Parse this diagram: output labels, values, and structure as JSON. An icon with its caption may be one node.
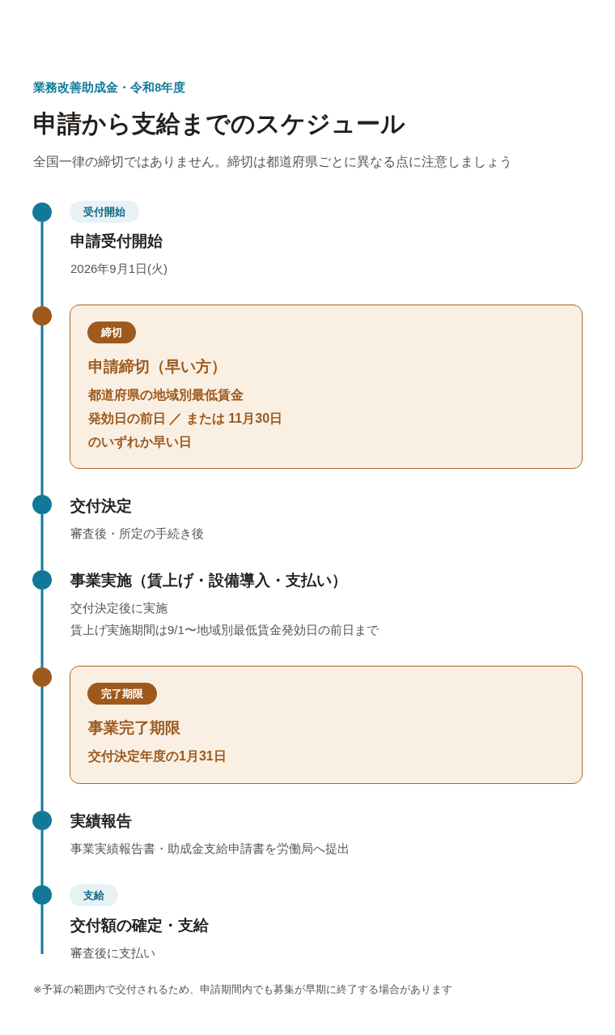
{
  "diagram": {
    "title": "申請から支給までのスケジュール",
    "nodes": [
      {
        "text": [],
        "shape": "circle",
        "beside": [
          "申請受付開始",
          "2026年9月1日(火)"
        ]
      },
      {
        "text": [
          "受付開始"
        ]
      },
      {
        "text": [],
        "shape": "circle"
      },
      {
        "text": [
          "申請締切（早い方）",
          "都道府県の地域別最低賃金",
          "発効日の前日 ／ または 11月30日",
          "のいずれか早い日"
        ]
      },
      {
        "text": [
          "締切"
        ],
        "in": 3
      },
      {
        "text": [],
        "shape": "circle",
        "beside": [
          "交付決定",
          "審査後・所定の手続き後"
        ]
      },
      {
        "text": [],
        "shape": "circle",
        "beside": [
          "事業実施（賃上げ・設備導入・支払い）",
          "交付決定後に実施",
          "賃上げ実施期間は9/1〜地域別最低賃金発効日の前日まで"
        ]
      },
      {
        "text": [],
        "shape": "circle"
      },
      {
        "text": [
          "事業完了期限",
          "交付決定年度の1月31日"
        ]
      },
      {
        "text": [
          "完了期限"
        ],
        "in": 8
      },
      {
        "text": [],
        "shape": "circle",
        "beside": [
          "実績報告",
          "事業実績報告書・助成金支給申請書を労働局へ提出"
        ]
      },
      {
        "text": [],
        "shape": "circle",
        "beside": [
          "交付額の確定・支給",
          "審査後に支払い"
        ]
      },
      {
        "text": [
          "支給"
        ]
      }
    ],
    "edges": [
      {
        "from": 0,
        "to": 2,
        "arrow": "none"
      },
      {
        "from": 2,
        "to": 5,
        "arrow": "none"
      },
      {
        "from": 5,
        "to": 6,
        "arrow": "none"
      },
      {
        "from": 6,
        "to": 7,
        "arrow": "none"
      },
      {
        "from": 7,
        "to": 10,
        "arrow": "none"
      },
      {
        "from": 10,
        "to": 11,
        "arrow": "none"
      },
      {
        "from": 11,
        "to": null,
        "arrow": "none"
      }
    ],
    "labels": [
      "業務改善助成金・令和8年度",
      "全国一律の締切ではありません。締切は都道府県ごとに異なる点に注意しましょう",
      "※予算の範囲内で交付されるため、申請期間内でも募集が早期に終了する場合があります"
    ]
  }
}
